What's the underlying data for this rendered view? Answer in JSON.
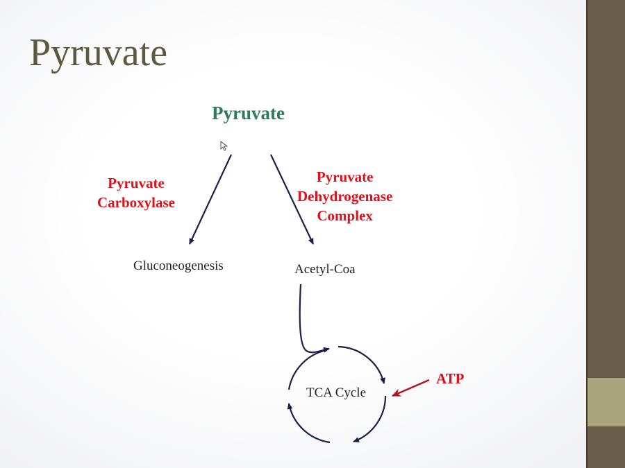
{
  "slide": {
    "title": "Pyruvate",
    "diagram": {
      "source": "Pyruvate",
      "enzyme_left": [
        "Pyruvate",
        "Carboxylase"
      ],
      "enzyme_right": [
        "Pyruvate",
        "Dehydrogenase",
        "Complex"
      ],
      "product_left": "Gluconeogenesis",
      "product_right": "Acetyl-Coa",
      "cycle": "TCA Cycle",
      "cycle_input": "ATP"
    },
    "colors": {
      "title": "#5a5a40",
      "source": "#2f7a5a",
      "enzyme": "#e0101a",
      "arrow": "#1a1f4a",
      "sidebar": "#695d4a",
      "sidebar_accent": "#aaa57c"
    }
  }
}
